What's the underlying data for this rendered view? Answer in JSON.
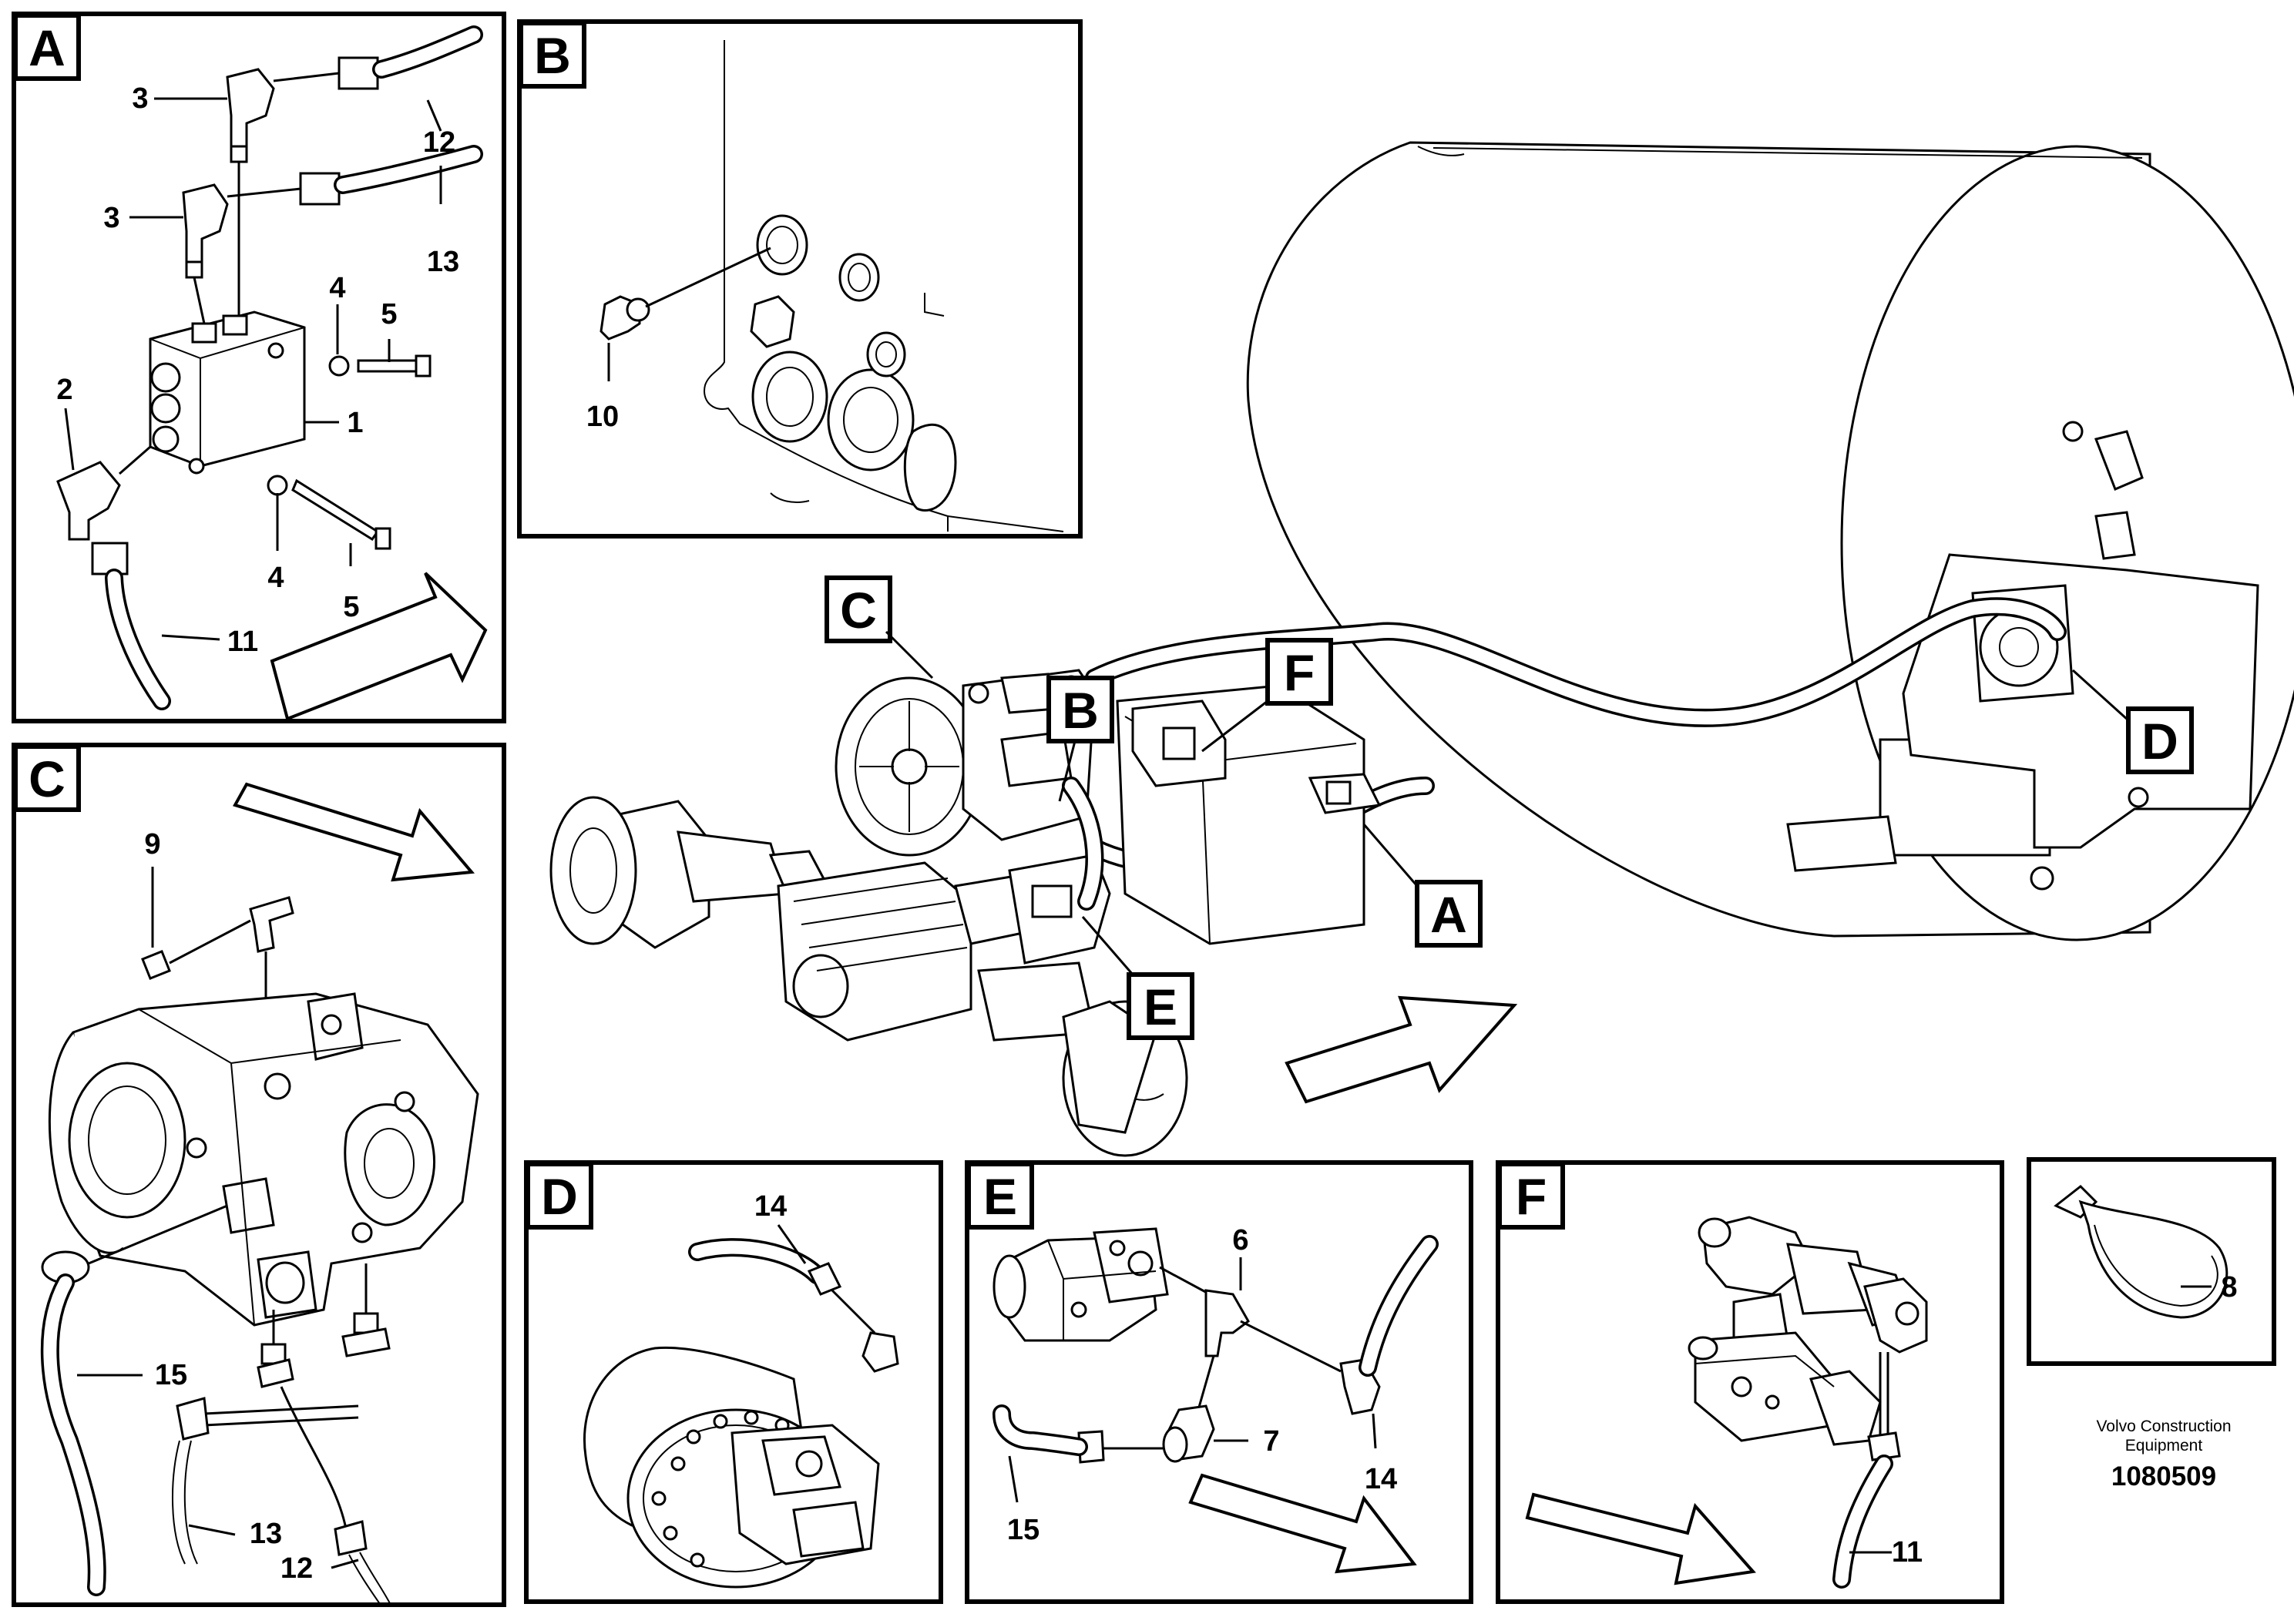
{
  "panels": {
    "A": {
      "tag": "A",
      "labels": [
        "3",
        "3",
        "12",
        "13",
        "4",
        "5",
        "2",
        "1",
        "4",
        "5",
        "11"
      ]
    },
    "B": {
      "tag": "B",
      "labels": [
        "10"
      ]
    },
    "C": {
      "tag": "C",
      "labels": [
        "9",
        "15",
        "13",
        "12"
      ]
    },
    "D": {
      "tag": "D",
      "labels": [
        "14"
      ]
    },
    "E": {
      "tag": "E",
      "labels": [
        "6",
        "7",
        "15",
        "14"
      ]
    },
    "F": {
      "tag": "F",
      "labels": [
        "11"
      ]
    },
    "clamp": {
      "labels": [
        "8"
      ]
    }
  },
  "overview": {
    "callouts": [
      "C",
      "B",
      "F",
      "D",
      "A",
      "E"
    ]
  },
  "footer": {
    "brand_line1": "Volvo Construction",
    "brand_line2": "Equipment",
    "doc_number": "1080509"
  }
}
